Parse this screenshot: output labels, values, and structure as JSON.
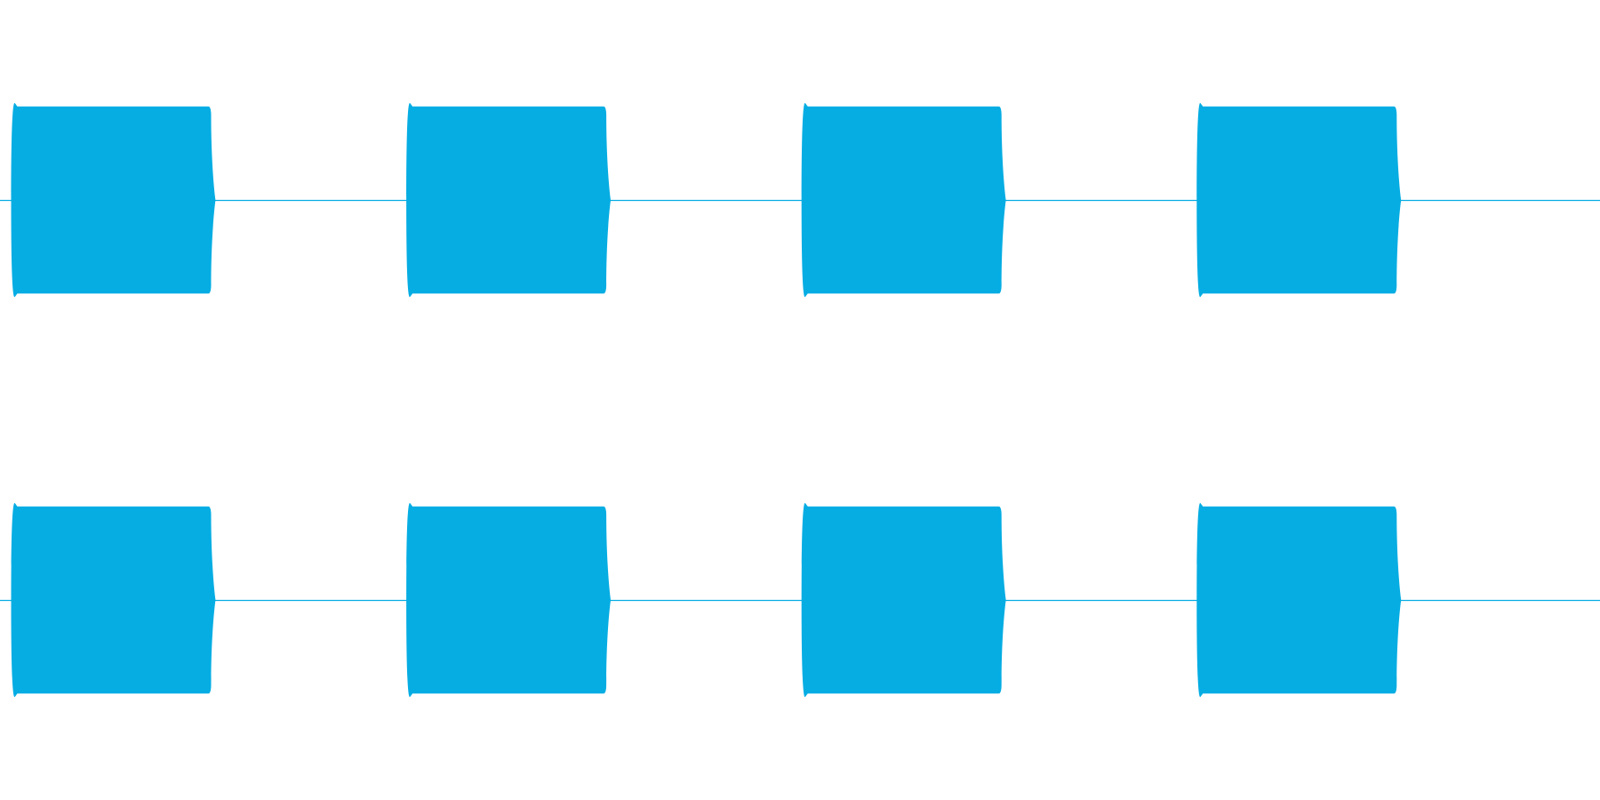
{
  "waveform": {
    "color": "#05ade3",
    "background": "#ffffff",
    "channel_count": 2,
    "channels": [
      {
        "label": "",
        "bursts": [
          {
            "start": 0.0075,
            "end": 0.1325
          },
          {
            "start": 0.2545,
            "end": 0.3795
          },
          {
            "start": 0.5015,
            "end": 0.6265
          },
          {
            "start": 0.7485,
            "end": 0.8735
          }
        ],
        "amplitude": 0.47
      },
      {
        "label": "",
        "bursts": [
          {
            "start": 0.0075,
            "end": 0.1325
          },
          {
            "start": 0.2545,
            "end": 0.3795
          },
          {
            "start": 0.5015,
            "end": 0.6265
          },
          {
            "start": 0.7485,
            "end": 0.8735
          }
        ],
        "amplitude": 0.47
      }
    ]
  }
}
